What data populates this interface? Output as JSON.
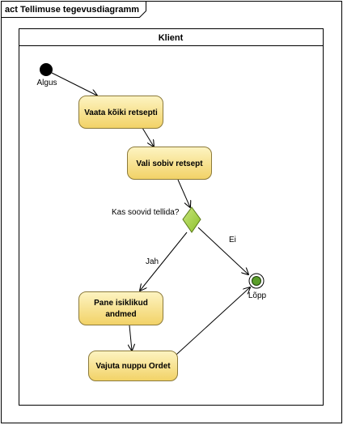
{
  "frame": {
    "title": "act Tellimuse tegevusdiagramm"
  },
  "swimlane": {
    "title": "Klient"
  },
  "start_node": {
    "label": "Algus"
  },
  "end_node": {
    "label": "Lõpp"
  },
  "actions": {
    "view_all": "Vaata kõiki retsepti",
    "choose": "Vali sobiv retsept",
    "enter_line1": "Pane isiklikud",
    "enter_line2": "andmed",
    "press": "Vajuta nuppu Ordet"
  },
  "decision": {
    "question": "Kas soovid tellida?"
  },
  "guards": {
    "yes": "Jah",
    "no": "Ei"
  },
  "colors": {
    "action_fill_top": "#FDF4C2",
    "action_fill_bottom": "#F2D266",
    "action_stroke": "#8C7A3A",
    "decision_fill": "#9ACD32",
    "end_fill": "#7BC043",
    "line": "#000000"
  }
}
